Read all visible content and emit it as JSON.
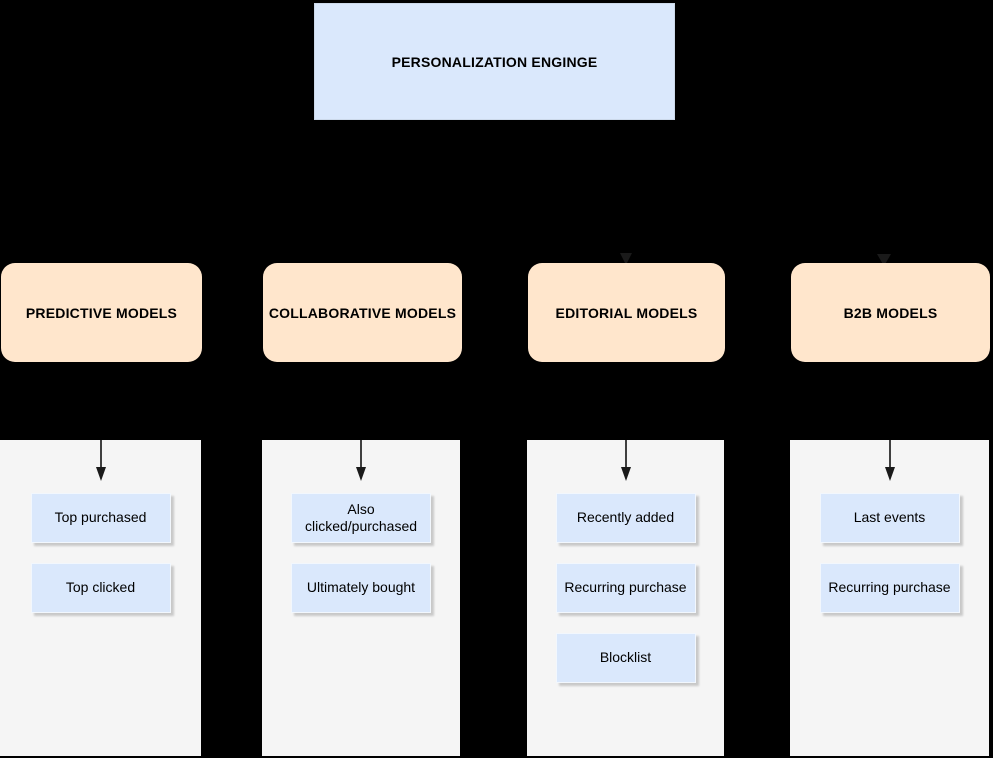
{
  "diagram": {
    "title": "PERSONALIZATION ENGINGE"
  },
  "models": [
    {
      "name": "PREDICTIVE MODELS",
      "items": [
        "Top purchased",
        "Top clicked"
      ]
    },
    {
      "name": "COLLABORATIVE MODELS",
      "items": [
        "Also clicked/purchased",
        "Ultimately bought"
      ]
    },
    {
      "name": "EDITORIAL MODELS",
      "items": [
        "Recently added",
        "Recurring purchase",
        "Blocklist"
      ]
    },
    {
      "name": "B2B MODELS",
      "items": [
        "Last events",
        "Recurring purchase"
      ]
    }
  ],
  "colors": {
    "background": "#000000",
    "box_blue": "#dae8fc",
    "box_orange": "#ffe6cc",
    "panel_gray": "#f5f5f5",
    "text": "#000000",
    "arrow": "#1a1a1a"
  }
}
